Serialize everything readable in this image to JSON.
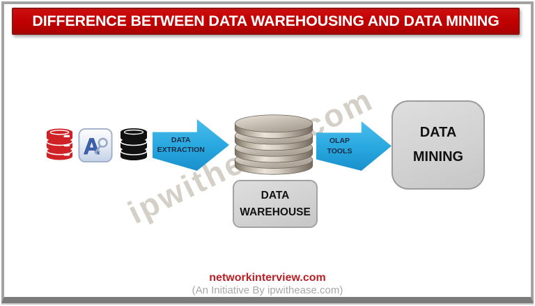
{
  "banner": {
    "title": "DIFFERENCE BETWEEN DATA WAREHOUSING AND DATA MINING"
  },
  "icons": {
    "red_database": "red-database-icon",
    "ms_access": "ms-access-icon",
    "access_letter": "A",
    "black_database": "black-database-icon",
    "warehouse_cylinder": "disk-stack-icon"
  },
  "flow": {
    "extraction_arrow_label": "DATA\nEXTRACTION",
    "warehouse_label": "DATA\nWAREHOUSE",
    "olap_arrow_label": "OLAP\nTOOLS",
    "mining_label": "DATA\nMINING"
  },
  "watermark": {
    "text": "ipwithease.com"
  },
  "footer": {
    "site": "networkinterview.com",
    "initiative": "(An Initiative By ipwithease.com)"
  },
  "colors": {
    "banner_red": "#C00000",
    "banner_border": "#8E1612",
    "arrow_blue": "#29A9E0",
    "arrow_text": "#1A2A45",
    "box_gray": "#D2D2D2",
    "metal_beige": "#C8C0B2",
    "database_red": "#CE2227",
    "database_black": "#111111",
    "footer_red": "#B92025",
    "footer_gray": "#A8A8A8",
    "watermark_gray": "#BAB3A6"
  }
}
